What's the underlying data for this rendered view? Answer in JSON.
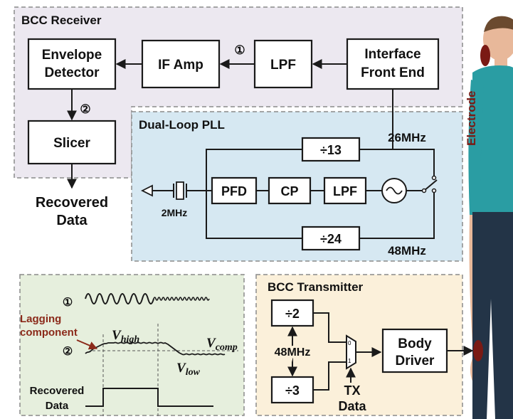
{
  "receiver": {
    "title": "BCC Receiver",
    "envelope_detector": [
      "Envelope",
      "Detector"
    ],
    "if_amp": "IF Amp",
    "lpf": "LPF",
    "interface_front_end": [
      "Interface",
      "Front End"
    ],
    "slicer": "Slicer",
    "marker_1": "①",
    "marker_2": "②",
    "output": [
      "Recovered",
      "Data"
    ]
  },
  "pll": {
    "title": "Dual-Loop PLL",
    "div13": "÷13",
    "div24": "÷24",
    "pfd": "PFD",
    "cp": "CP",
    "lpf": "LPF",
    "ref_freq": "2MHz",
    "out_freq_high": "26MHz",
    "out_freq_low": "48MHz"
  },
  "waveform": {
    "marker_1": "①",
    "marker_2": "②",
    "lagging_label": [
      "Lagging",
      "component"
    ],
    "v_high": {
      "main": "V",
      "sub": "high"
    },
    "v_comp": {
      "main": "V",
      "sub": "comp"
    },
    "v_low": {
      "main": "V",
      "sub": "low"
    },
    "recovered": [
      "Recovered",
      "Data"
    ]
  },
  "transmitter": {
    "title": "BCC Transmitter",
    "div2": "÷2",
    "div3": "÷3",
    "clock": "48MHz",
    "mux_in0": "0",
    "mux_in1": "1",
    "body_driver": [
      "Body",
      "Driver"
    ],
    "tx_data": [
      "TX",
      "Data"
    ]
  },
  "person": {
    "electrode_label": "Electrode"
  },
  "colors": {
    "receiver_bg": "#ece8f0",
    "pll_bg": "#d6e8f2",
    "waveform_bg": "#e6efdd",
    "transmitter_bg": "#fbf0da",
    "divider_highlight": "#fdf5c8",
    "arrow_red": "#8b2a1a",
    "electrode": "#7a1a14",
    "shirt": "#2a9da3",
    "pants": "#233447",
    "skin": "#e8b89a"
  }
}
